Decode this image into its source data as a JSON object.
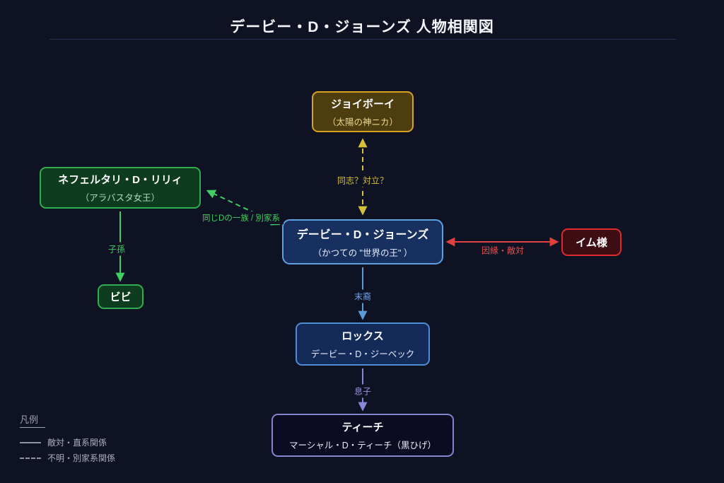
{
  "page": {
    "title": "デービー・D・ジョーンズ 人物相関図",
    "background_color": "#0e1223"
  },
  "nodes": {
    "joyboy": {
      "title": "ジョイボーイ",
      "subtitle": "（太陽の神ニカ）",
      "border_color": "#d6a21f"
    },
    "lily": {
      "title": "ネフェルタリ・D・リリィ",
      "subtitle": "（アラバスタ女王）",
      "border_color": "#2fae4e"
    },
    "davyjones": {
      "title": "デービー・D・ジョーンズ",
      "subtitle": "（かつての \"世界の王\" ）",
      "border_color": "#5fa0e0"
    },
    "im": {
      "title": "イム様",
      "border_color": "#dd2b2b"
    },
    "vivi": {
      "title": "ビビ",
      "border_color": "#2fae4e"
    },
    "rocks": {
      "title": "ロックス",
      "subtitle": "デービー・D・ジーベック",
      "border_color": "#4f8cd6"
    },
    "teach": {
      "title": "ティーチ",
      "subtitle": "マーシャル・D・ティーチ（黒ひげ）",
      "border_color": "#8585cf"
    }
  },
  "edges": {
    "joyboy_davy": {
      "label": "同志？対立？",
      "style": "dashed",
      "color": "#d4c23a",
      "from": "joyboy",
      "to": "davyjones",
      "arrows": "both"
    },
    "lily_davy": {
      "label": "同じDの一族 / 別家系",
      "style": "dashed",
      "color": "#3fcf63",
      "from": "davyjones",
      "to": "lily",
      "arrows": "both"
    },
    "lily_vivi": {
      "label": "子孫",
      "style": "solid",
      "color": "#3fcf63",
      "from": "lily",
      "to": "vivi",
      "arrows": "end"
    },
    "davy_im": {
      "label": "因縁・敵対",
      "style": "solid",
      "color": "#e04040",
      "from": "davyjones",
      "to": "im",
      "arrows": "both"
    },
    "davy_rocks": {
      "label": "末裔",
      "style": "solid",
      "color": "#5b9bd5",
      "from": "davyjones",
      "to": "rocks",
      "arrows": "end"
    },
    "rocks_teach": {
      "label": "息子",
      "style": "solid",
      "color": "#8888d8",
      "from": "rocks",
      "to": "teach",
      "arrows": "end"
    }
  },
  "legend": {
    "title": "凡例",
    "items": [
      {
        "style": "solid",
        "label": "敵対・直系関係"
      },
      {
        "style": "dashed",
        "label": "不明・別家系関係"
      }
    ]
  }
}
